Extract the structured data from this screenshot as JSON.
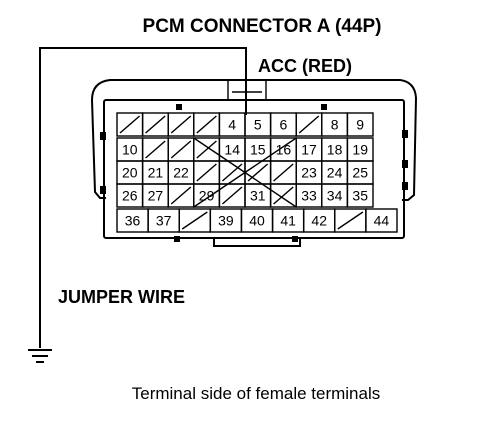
{
  "title": "PCM CONNECTOR A (44P)",
  "acc_label": "ACC (RED)",
  "jumper_label": "JUMPER WIRE",
  "caption": "Terminal side of female terminals",
  "connector": {
    "rows": [
      [
        "",
        "",
        "",
        "",
        "4",
        "5",
        "6",
        "",
        "8",
        "9"
      ],
      [
        "10",
        "",
        "",
        "",
        "14",
        "15",
        "16",
        "17",
        "18",
        "19"
      ],
      [
        "20",
        "21",
        "22",
        "",
        "",
        "",
        "",
        "23",
        "24",
        "25"
      ],
      [
        "26",
        "27",
        "",
        "29",
        "",
        "31",
        "",
        "33",
        "34",
        "35"
      ],
      [
        "36",
        "37",
        "",
        "39",
        "40",
        "41",
        "42",
        "",
        "44"
      ]
    ],
    "empty_marking": "slash",
    "cross_cells_row": 3,
    "jumper_terminal": "5"
  },
  "icons": [
    "ground-icon"
  ]
}
